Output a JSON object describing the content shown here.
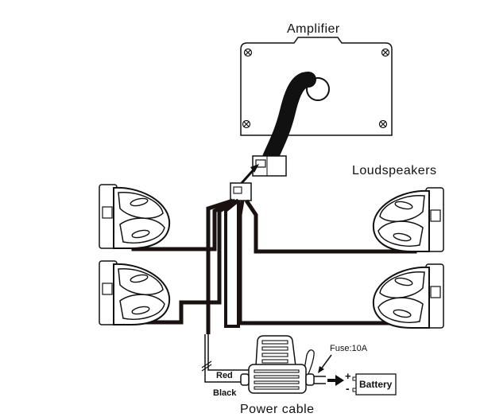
{
  "labels": {
    "amplifier": "Amplifier",
    "loudspeakers": "Loudspeakers",
    "red": "Red",
    "black": "Black",
    "fuse": "Fuse:10A",
    "plus": "+",
    "minus": "-",
    "battery": "Battery",
    "power_cable": "Power cable"
  },
  "colors": {
    "line": "#111111",
    "wire": "#1a1210",
    "background": "#ffffff"
  }
}
